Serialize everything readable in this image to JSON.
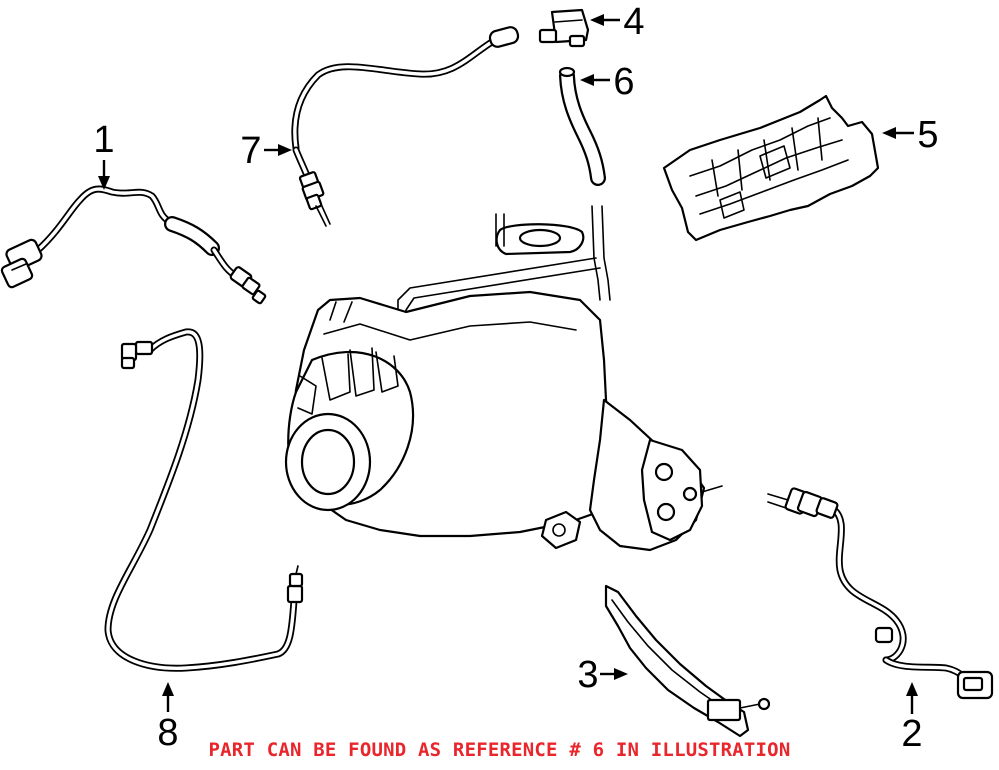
{
  "callouts": {
    "c1": "1",
    "c2": "2",
    "c3": "3",
    "c4": "4",
    "c5": "5",
    "c6": "6",
    "c7": "7",
    "c8": "8"
  },
  "note": "PART CAN BE FOUND AS REFERENCE # 6 IN ILLUSTRATION",
  "colors": {
    "note": "#e8262b",
    "lines": "#000000",
    "background": "#ffffff"
  }
}
